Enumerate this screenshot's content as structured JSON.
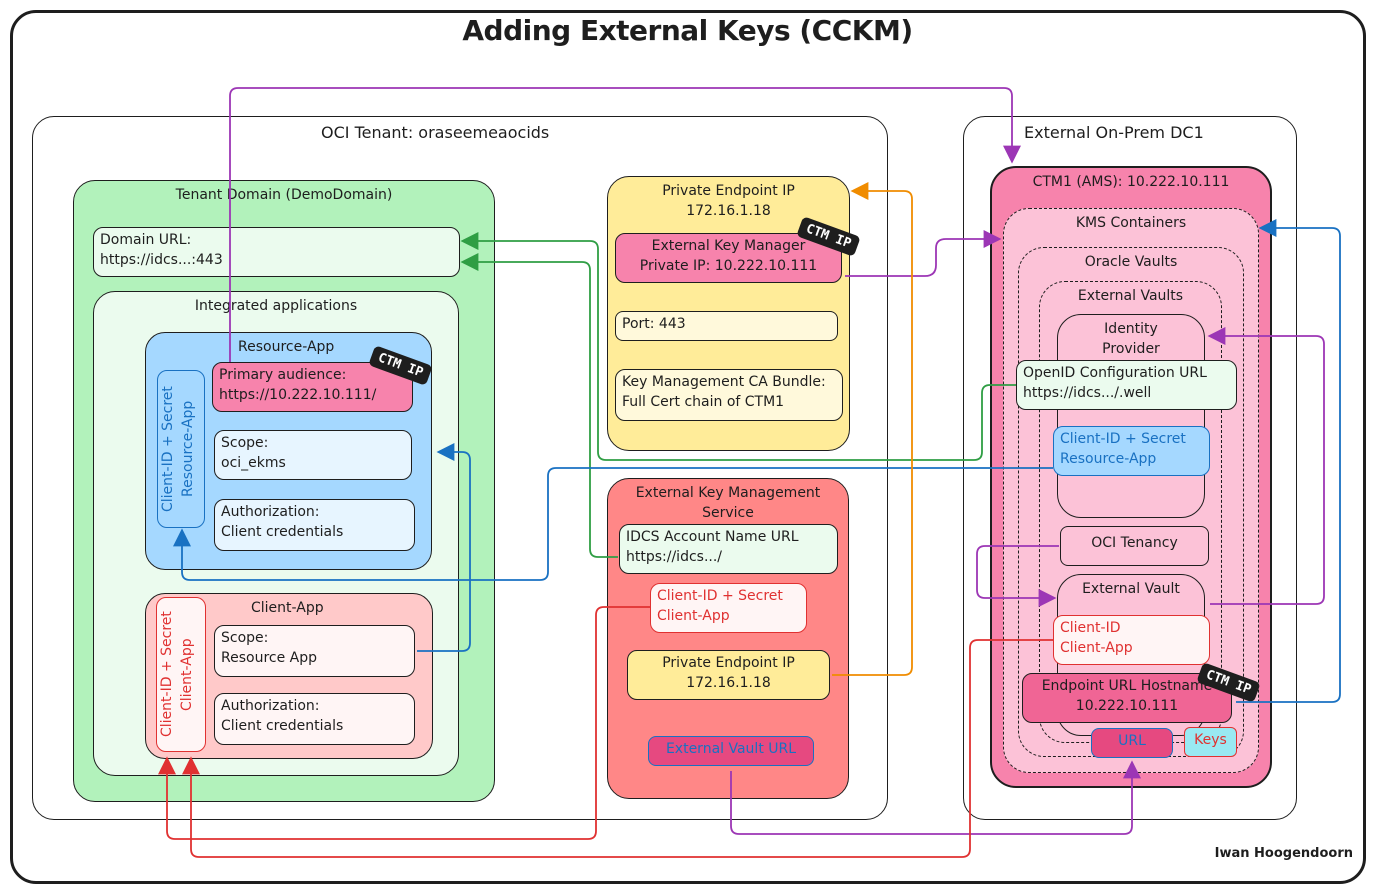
{
  "title": "Adding External Keys (CCKM)",
  "author": "Iwan Hoogendoorn",
  "colors": {
    "green": "#2f9e44",
    "blue": "#1971c2",
    "purple": "#9c36b5",
    "orange": "#f08c00",
    "red": "#e03131"
  },
  "oci_tenant": {
    "label": "OCI Tenant: oraseemeaocids",
    "tenant_domain": {
      "label": "Tenant Domain (DemoDomain)",
      "domain_url": "Domain URL:\nhttps://idcs...:443",
      "integrated_apps": {
        "label": "Integrated applications",
        "resource_app": {
          "label": "Resource-App",
          "client_secret": "Client-ID + Secret\nResource-App",
          "primary_audience": "Primary audience:\nhttps://10.222.10.111/",
          "scope": "Scope:\noci_ekms",
          "authorization": "Authorization:\nClient credentials",
          "tag": "CTM IP"
        },
        "client_app": {
          "label": "Client-App",
          "client_secret": "Client-ID + Secret\nClient-App",
          "scope": "Scope:\nResource App",
          "authorization": "Authorization:\nClient credentials"
        }
      }
    },
    "private_endpoint": {
      "label": "Private Endpoint IP\n172.16.1.18",
      "ekm": "External Key Manager\nPrivate IP: 10.222.10.111",
      "tag": "CTM IP",
      "port": "Port: 443",
      "ca_bundle": "Key Management CA Bundle:\nFull Cert chain of CTM1"
    },
    "ekms": {
      "label": "External Key Management\nService",
      "idcs_url": "IDCS Account Name URL\nhttps://idcs.../",
      "client_secret": "Client-ID + Secret\nClient-App",
      "private_endpoint": "Private Endpoint IP\n172.16.1.18",
      "vault_url": "External Vault URL"
    }
  },
  "onprem": {
    "label": "External On-Prem DC1",
    "ctm": {
      "label": "CTM1 (AMS): 10.222.10.111",
      "kms": "KMS Containers",
      "oracle_vaults": "Oracle Vaults",
      "external_vaults": "External Vaults",
      "idp": "Identity\nProvider",
      "openid": "OpenID Configuration URL\nhttps://idcs.../.well",
      "client_secret": "Client-ID + Secret\nResource-App",
      "oci_tenancy": "OCI Tenancy",
      "external_vault": "External Vault",
      "client_id": "Client-ID\nClient-App",
      "endpoint": "Endpoint URL Hostname\n10.222.10.111",
      "tag": "CTM IP",
      "url": "URL",
      "keys": "Keys"
    }
  }
}
